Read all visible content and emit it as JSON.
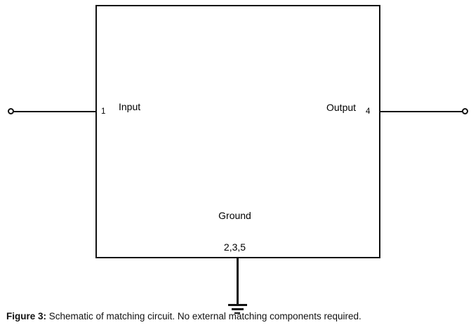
{
  "figure": {
    "box": {
      "pins": [
        {
          "number": "1",
          "label": "Input"
        },
        {
          "number": "4",
          "label": "Output"
        },
        {
          "number": "2,3,5",
          "label": "Ground"
        }
      ]
    },
    "labels": {
      "input": "Input",
      "pin_input": "1",
      "output": "Output",
      "pin_output": "4",
      "ground": "Ground",
      "pin_ground": "2,3,5"
    },
    "caption": {
      "prefix": "Figure 3:",
      "text": " Schematic of matching circuit. No external matching components required."
    },
    "colors": {
      "line": "#111111",
      "background": "#ffffff",
      "text": "#000000"
    }
  }
}
